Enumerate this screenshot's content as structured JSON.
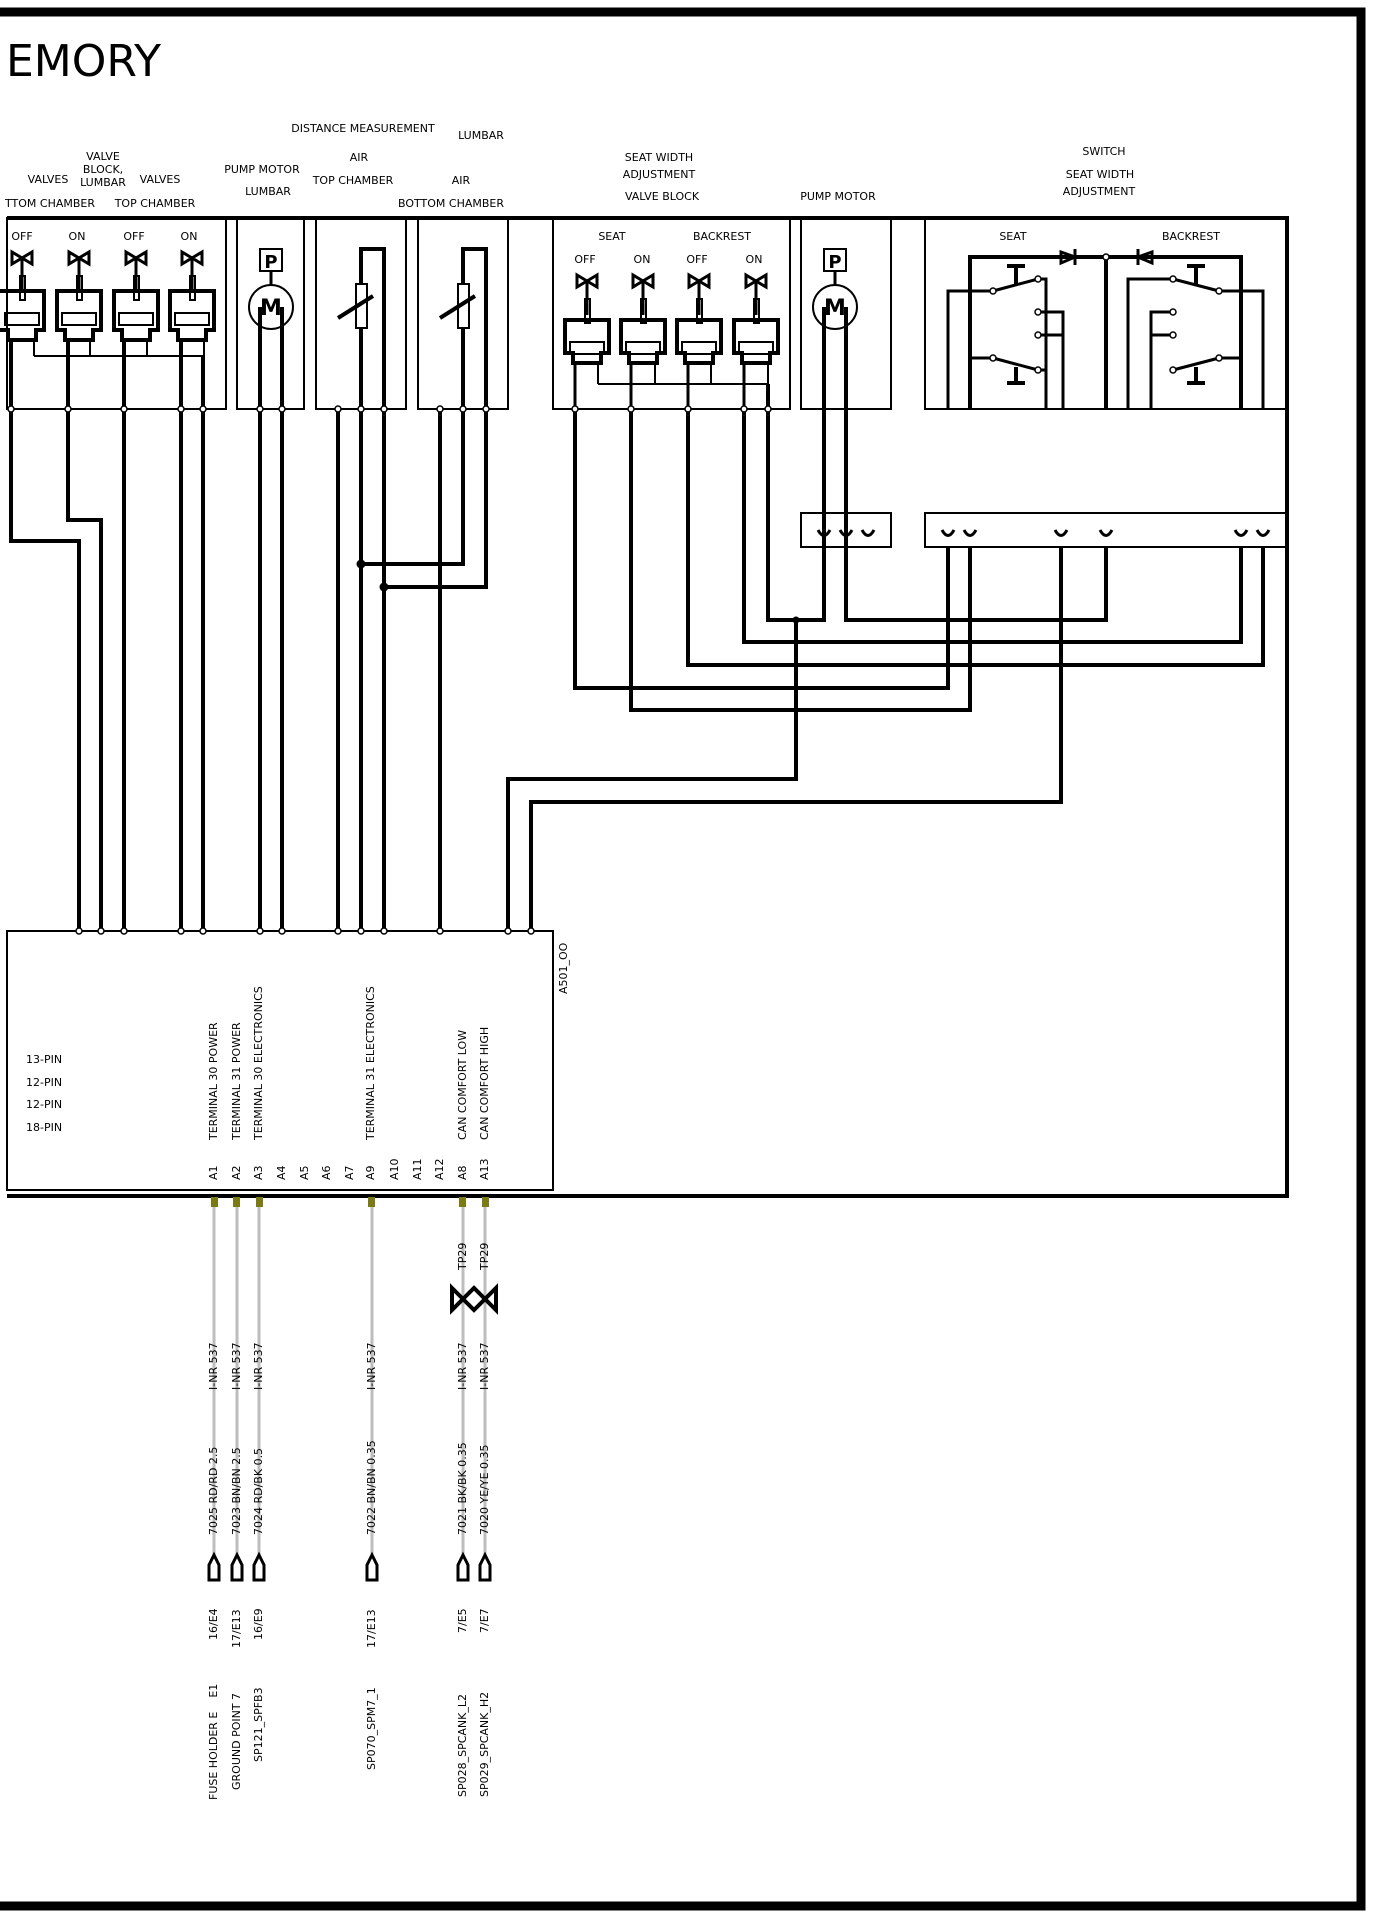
{
  "title": "EMORY",
  "header_labels": {
    "valves_left": "VALVES",
    "valve_block_lumbar": [
      "VALVE",
      "BLOCK,",
      "LUMBAR"
    ],
    "valves_right": "VALVES",
    "bottom_chamber_left": "TTOM CHAMBER",
    "top_chamber_left": "TOP CHAMBER",
    "pump_motor_lumbar": [
      "PUMP MOTOR",
      "LUMBAR"
    ],
    "distance_measurement": "DISTANCE MEASUREMENT",
    "air_top": [
      "AIR",
      "TOP CHAMBER"
    ],
    "lumbar": "LUMBAR",
    "air_bottom": [
      "AIR",
      "BOTTOM CHAMBER"
    ],
    "seat_width_valve_block": [
      "SEAT WIDTH",
      "ADJUSTMENT",
      "VALVE BLOCK"
    ],
    "pump_motor": "PUMP MOTOR",
    "switch_seat_width": [
      "SWITCH",
      "SEAT WIDTH",
      "ADJUSTMENT"
    ]
  },
  "valve_states_left": [
    "OFF",
    "ON",
    "OFF",
    "ON"
  ],
  "valve_block_right": {
    "seat": "SEAT",
    "backrest": "BACKREST",
    "states": [
      "OFF",
      "ON",
      "OFF",
      "ON"
    ]
  },
  "switch_block": {
    "seat": "SEAT",
    "backrest": "BACKREST"
  },
  "motor_symbols": {
    "pump": "P",
    "motor": "M"
  },
  "control_unit": {
    "id": "A501_OO",
    "connectors": [
      "13-PIN",
      "12-PIN",
      "12-PIN",
      "18-PIN"
    ],
    "pin_functions": [
      "TERMINAL 30 POWER",
      "TERMINAL 31 POWER",
      "TERMINAL 30 ELECTRONICS",
      "TERMINAL 31 ELECTRONICS",
      "CAN COMFORT LOW",
      "CAN COMFORT HIGH"
    ],
    "pins": [
      "A1",
      "A2",
      "A3",
      "A4",
      "A5",
      "A6",
      "A7",
      "A9",
      "A10",
      "A11",
      "A12",
      "A8",
      "A13"
    ]
  },
  "wires": [
    {
      "code": "I-NR 537",
      "spec": "7025 RD/RD 2.5",
      "ref": "16/E4",
      "dest": "FUSE HOLDER E    E1"
    },
    {
      "code": "I-NR 537",
      "spec": "7023 BN/BN 2.5",
      "ref": "17/E13",
      "dest": "GROUND POINT 7"
    },
    {
      "code": "I-NR 537",
      "spec": "7024 RD/BK 0.5",
      "ref": "16/E9",
      "dest": "SP121_SPFB3"
    },
    {
      "code": "I-NR 537",
      "spec": "7022 BN/BN 0.35",
      "ref": "17/E13",
      "dest": "SP070_SPM7_1"
    },
    {
      "code": "I-NR 537",
      "spec": "7021 BK/BK 0.35",
      "ref": "7/E5",
      "dest": "SP028_SPCANK_L2",
      "twist": "TP29"
    },
    {
      "code": "I-NR 537",
      "spec": "7020 YE/YE 0.35",
      "ref": "7/E7",
      "dest": "SP029_SPCANK_H2",
      "twist": "TP29"
    }
  ]
}
